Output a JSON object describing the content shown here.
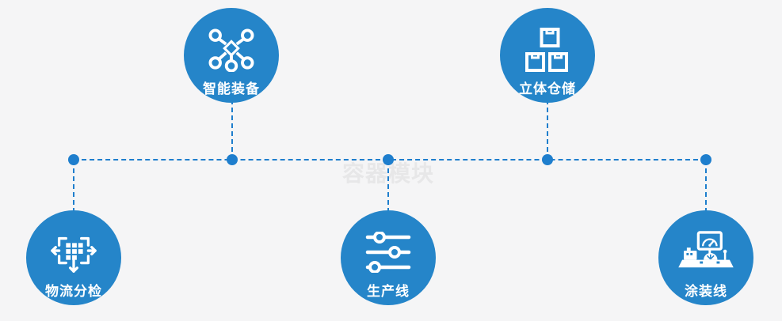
{
  "watermark": "容器模块",
  "colors": {
    "background": "#f5f5f6",
    "circle_fill": "#2585c9",
    "connector_blue": "#1e7ecd",
    "icon_white": "#ffffff",
    "watermark_gray": "#e7e7e8"
  },
  "diagram": {
    "nodes": [
      {
        "id": "smart-equipment",
        "label": "智能装备",
        "icon": "network-nodes-icon",
        "row": "top"
      },
      {
        "id": "warehouse-storage",
        "label": "立体仓储",
        "icon": "stacked-boxes-icon",
        "row": "top"
      },
      {
        "id": "logistics-sorting",
        "label": "物流分检",
        "icon": "move-sort-icon",
        "row": "bottom"
      },
      {
        "id": "production-line",
        "label": "生产线",
        "icon": "sliders-icon",
        "row": "bottom"
      },
      {
        "id": "coating-line",
        "label": "涂装线",
        "icon": "machine-icon",
        "row": "bottom"
      }
    ]
  }
}
